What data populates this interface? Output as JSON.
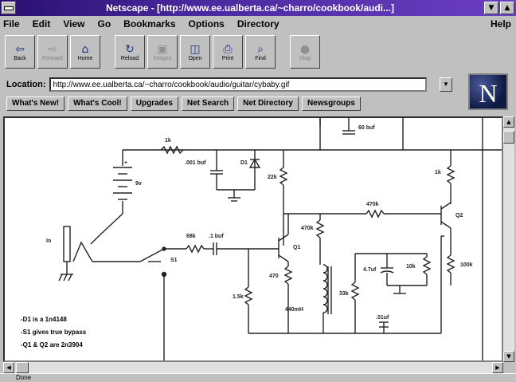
{
  "window": {
    "title": "Netscape - [http://www.ee.ualberta.ca/~charro/cookbook/audi...]"
  },
  "menu": [
    "File",
    "Edit",
    "View",
    "Go",
    "Bookmarks",
    "Options",
    "Directory"
  ],
  "menu_help": "Help",
  "toolbar": [
    {
      "label": "Back",
      "icon": "back-arrow-icon",
      "enabled": true
    },
    {
      "label": "Forward",
      "icon": "forward-arrow-icon",
      "enabled": false
    },
    {
      "label": "Home",
      "icon": "home-icon",
      "enabled": true
    },
    {
      "label": "Reload",
      "icon": "reload-icon",
      "enabled": true
    },
    {
      "label": "Images",
      "icon": "images-icon",
      "enabled": false
    },
    {
      "label": "Open",
      "icon": "open-icon",
      "enabled": true
    },
    {
      "label": "Print",
      "icon": "print-icon",
      "enabled": true
    },
    {
      "label": "Find",
      "icon": "find-icon",
      "enabled": true
    },
    {
      "label": "Stop",
      "icon": "stop-icon",
      "enabled": false
    }
  ],
  "location": {
    "label": "Location:",
    "value": "http://www.ee.ualberta.ca/~charro/cookbook/audio/guitar/cybaby.gif"
  },
  "directory_buttons": [
    "What's New!",
    "What's Cool!",
    "Upgrades",
    "Net Search",
    "Net Directory",
    "Newsgroups"
  ],
  "logo_letter": "N",
  "schematic": {
    "components": {
      "battery": "9v",
      "r_top": "1k",
      "c_top": ".001 buf",
      "diode": "D1",
      "r_22k": "22k",
      "c_60uf": "60 buf",
      "r_470k": "470k",
      "r_1k_q2": "1k",
      "q2": "Q2",
      "input_jack": "In",
      "r_68k": "68k",
      "c_input": ".1 buf",
      "switch": "S1",
      "q1": "Q1",
      "r_470k_q1": "470k",
      "r_470": "470",
      "inductor": "440mH",
      "r_1_5k": "1.5k",
      "r_33k": "33k",
      "c_4_7": "4.7uf",
      "r_10k": "10k",
      "r_100k": "100k",
      "c_bottom": ".01uf"
    },
    "notes": [
      "-D1 is a 1n4148",
      "-S1 gives true bypass",
      "-Q1 & Q2 are 2n3904"
    ]
  },
  "status": "Done"
}
